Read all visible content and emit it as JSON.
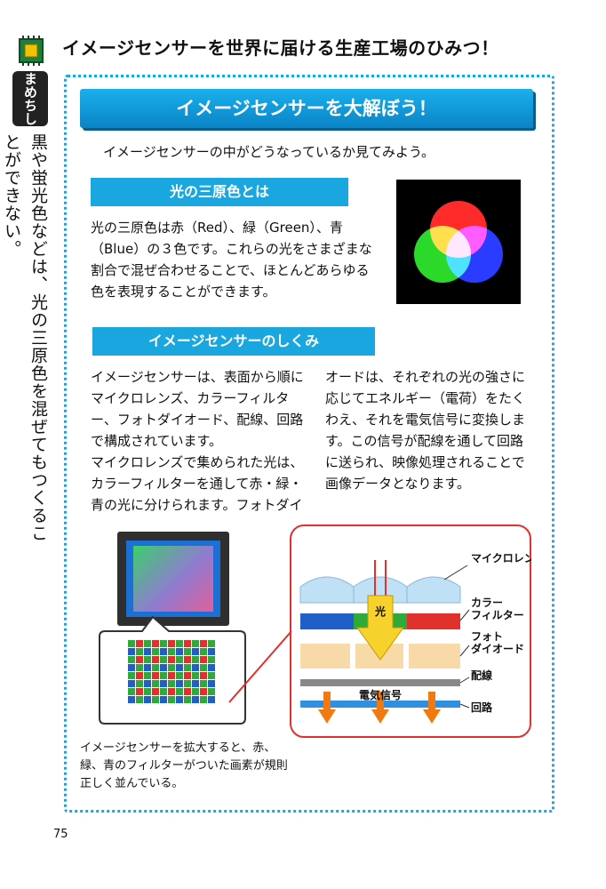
{
  "header": {
    "title": "イメージセンサーを世界に届ける生産工場のひみつ！"
  },
  "sidebar": {
    "label": "まめちしき",
    "text": "黒や蛍光色などは、光の三原色を混ぜてもつくることができない。"
  },
  "banner": {
    "title": "イメージセンサーを大解ぼう！"
  },
  "intro": "イメージセンサーの中がどうなっているか見てみよう。",
  "section1": {
    "heading": "光の三原色とは",
    "body": "光の三原色は赤（Red）、緑（Green）、青（Blue）の３色です。これらの光をさまざまな割合で混ぜ合わせることで、ほとんどあらゆる色を表現することができます。"
  },
  "section2": {
    "heading": "イメージセンサーのしくみ",
    "col1": "イメージセンサーは、表面から順にマイクロレンズ、カラーフィルター、フォトダイオード、配線、回路で構成されています。\nマイクロレンズで集められた光は、カラーフィルターを通して赤・緑・青の光に分けられます。フォトダイ",
    "col2": "オードは、それぞれの光の強さに応じてエネルギー（電荷）をたくわえ、それを電気信号に変換します。この信号が配線を通して回路に送られ、映像処理されることで画像データとなります。"
  },
  "diagram": {
    "labels": {
      "microlens": "マイクロレンズ",
      "color_filter_1": "カラー",
      "color_filter_2": "フィルター",
      "photodiode_1": "フォト",
      "photodiode_2": "ダイオード",
      "wiring": "配線",
      "circuit": "回路",
      "light": "光",
      "electric_signal": "電気信号"
    }
  },
  "caption": "イメージセンサーを拡大すると、赤、緑、青のフィルターがついた画素が規則正しく並んでいる。",
  "page_number": "75",
  "colors": {
    "accent": "#1aa7e0",
    "red": "#e0312c",
    "green": "#2eaa3a",
    "blue": "#1e5fc9",
    "orange": "#f07a10"
  }
}
